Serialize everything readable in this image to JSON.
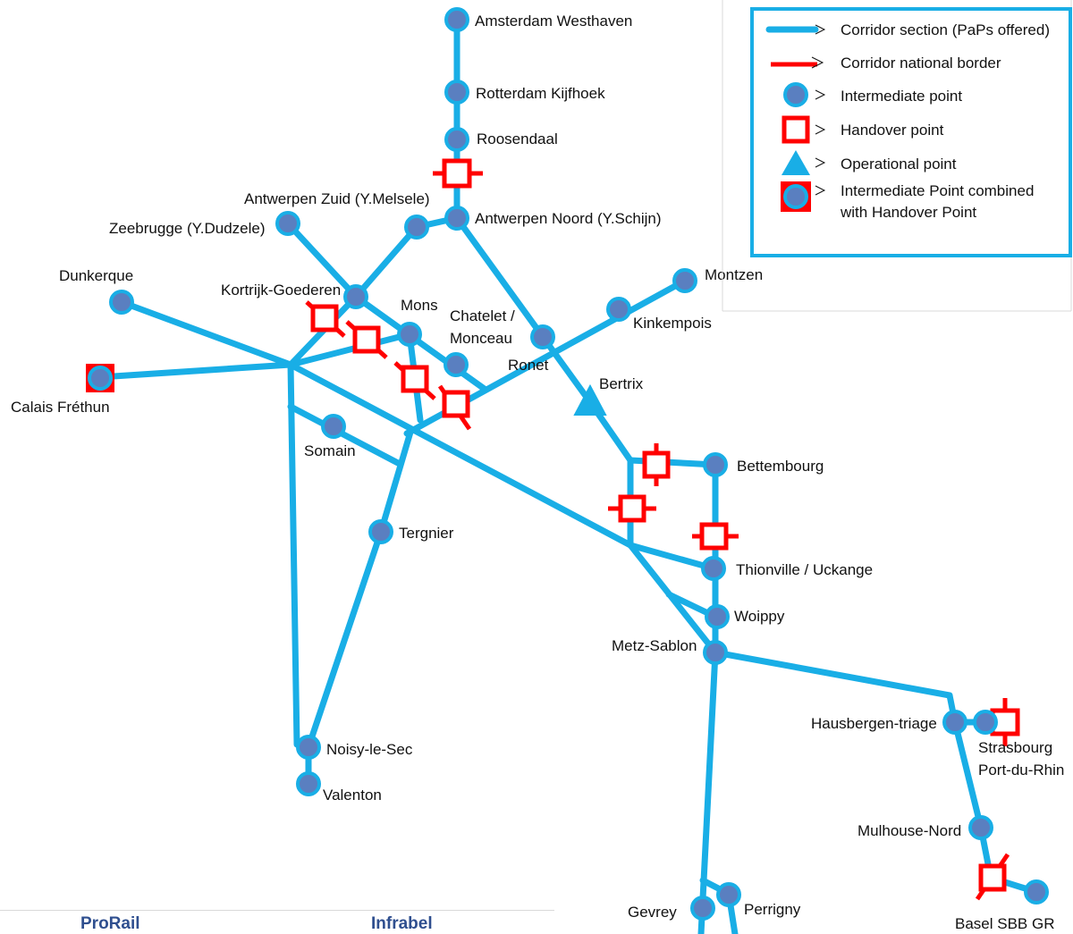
{
  "colors": {
    "line": "#19aee6",
    "node": "#5a7fc0",
    "border": "#ff0000",
    "text": "#111111",
    "footer": "#2f4f8f"
  },
  "labels": {
    "amsterdam": "Amsterdam Westhaven",
    "rotterdam": "Rotterdam Kijfhoek",
    "roosendaal": "Roosendaal",
    "antwerpen_zuid": "Antwerpen Zuid (Y.Melsele)",
    "antwerpen_noord": "Antwerpen Noord (Y.Schijn)",
    "zeebrugge": "Zeebrugge (Y.Dudzele)",
    "dunkerque": "Dunkerque",
    "kortrijk": "Kortrijk-Goederen",
    "mons": "Mons",
    "chatelet_1": "Chatelet /",
    "chatelet_2": "Monceau",
    "ronet": "Ronet",
    "montzen": "Montzen",
    "kinkempois": "Kinkempois",
    "calais": "Calais Fréthun",
    "somain": "Somain",
    "bertrix": "Bertrix",
    "bettembourg": "Bettembourg",
    "tergnier": "Tergnier",
    "thionville": "Thionville / Uckange",
    "woippy": "Woippy",
    "metz": "Metz-Sablon",
    "hausbergen": "Hausbergen-triage",
    "strasbourg_1": "Strasbourg",
    "strasbourg_2": "Port-du-Rhin",
    "noisy": "Noisy-le-Sec",
    "valenton": "Valenton",
    "mulhouse": "Mulhouse-Nord",
    "gevrey": "Gevrey",
    "perrigny": "Perrigny",
    "basel": "Basel SBB GR"
  },
  "legend": {
    "corridor_section": "Corridor section (PaPs offered)",
    "national_border": "Corridor national border",
    "intermediate_point": "Intermediate point",
    "handover_point": "Handover point",
    "operational_point": "Operational point",
    "combined_1": "Intermediate Point combined",
    "combined_2": "with Handover Point"
  },
  "footer": {
    "left": "ProRail",
    "right": "Infrabel"
  }
}
